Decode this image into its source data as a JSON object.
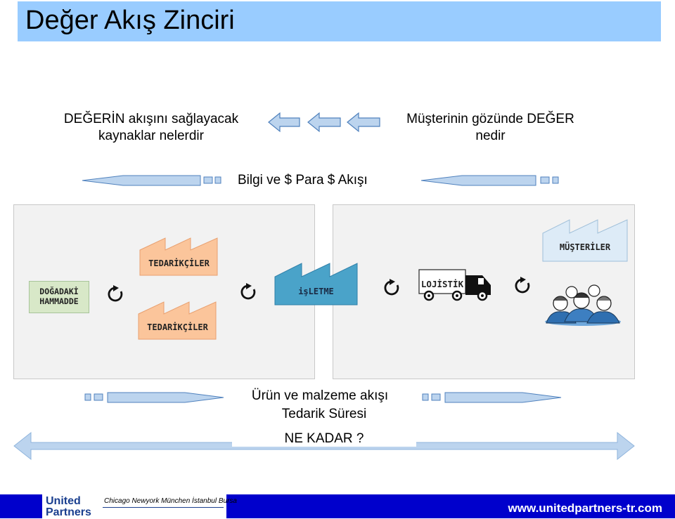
{
  "header": {
    "title": "Değer Akış Zinciri"
  },
  "questions": {
    "left_line1": "DEĞERİN akışını sağlayacak",
    "left_line2": "kaynaklar nelerdir",
    "right_line1": "Müşterinin gözünde DEĞER",
    "right_line2": "nedir"
  },
  "flows": {
    "info_money": "Bilgi ve $ Para $ Akışı",
    "product_material": "Ürün ve malzeme akışı",
    "lead_time": "Tedarik Süresi",
    "how_long": "NE KADAR ?"
  },
  "chain": {
    "raw_material_line1": "DOĞADAKİ",
    "raw_material_line2": "HAMMADDE",
    "suppliers_top": "TEDARİKÇİLER",
    "suppliers_bottom": "TEDARİKÇİLER",
    "operation": "işLETME",
    "logistics": "LOJİSTİK",
    "customers": "MÜŞTERİLER"
  },
  "footer": {
    "logo_line1": "United",
    "logo_line2": "Partners",
    "cities": "Chicago  Newyork  München  İstanbul  Bursa",
    "website": "www.unitedpartners-tr.com"
  },
  "colors": {
    "title_bar": "#99ccff",
    "arrow_fill": "#bcd4ee",
    "arrow_stroke": "#4f81bd",
    "supplier_fill": "#fbc59b",
    "operation_fill": "#4aa3c9",
    "customer_fill": "#ddebf7",
    "raw_material_fill": "#d8e8c8",
    "footer": "#0000cc"
  }
}
